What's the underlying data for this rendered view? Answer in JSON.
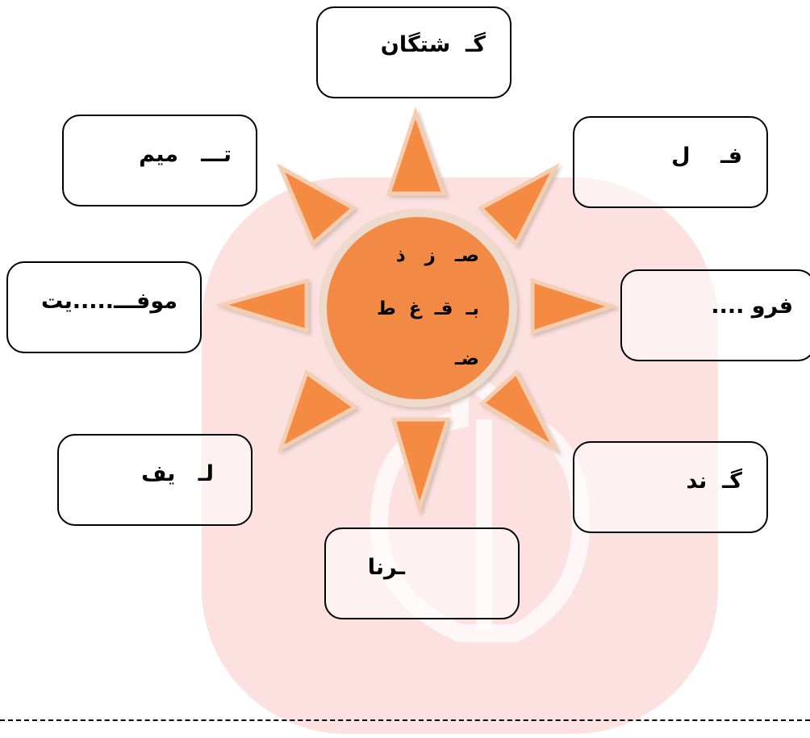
{
  "colors": {
    "watermark": "#fcdcdc",
    "ray_fill": "#f58a42",
    "ray_edge": "#f7b98d",
    "circle_fill": "#f28a45",
    "circle_edge": "#e9d2c3"
  },
  "boxes": {
    "top": "گـ  شتگان",
    "top_left": "تـــ   میم",
    "top_right": "فـ    ل",
    "mid_left": "موفـــ.....یت",
    "mid_right": "فرو ....",
    "bot_left": "لـ   یف",
    "bot_right": "گـ  ند",
    "bottom": "ـرنا"
  },
  "letters": {
    "row1": "صـ   ز   ذ",
    "row2": "بـ  قـ  غ  ط",
    "row3": "ضـ"
  }
}
